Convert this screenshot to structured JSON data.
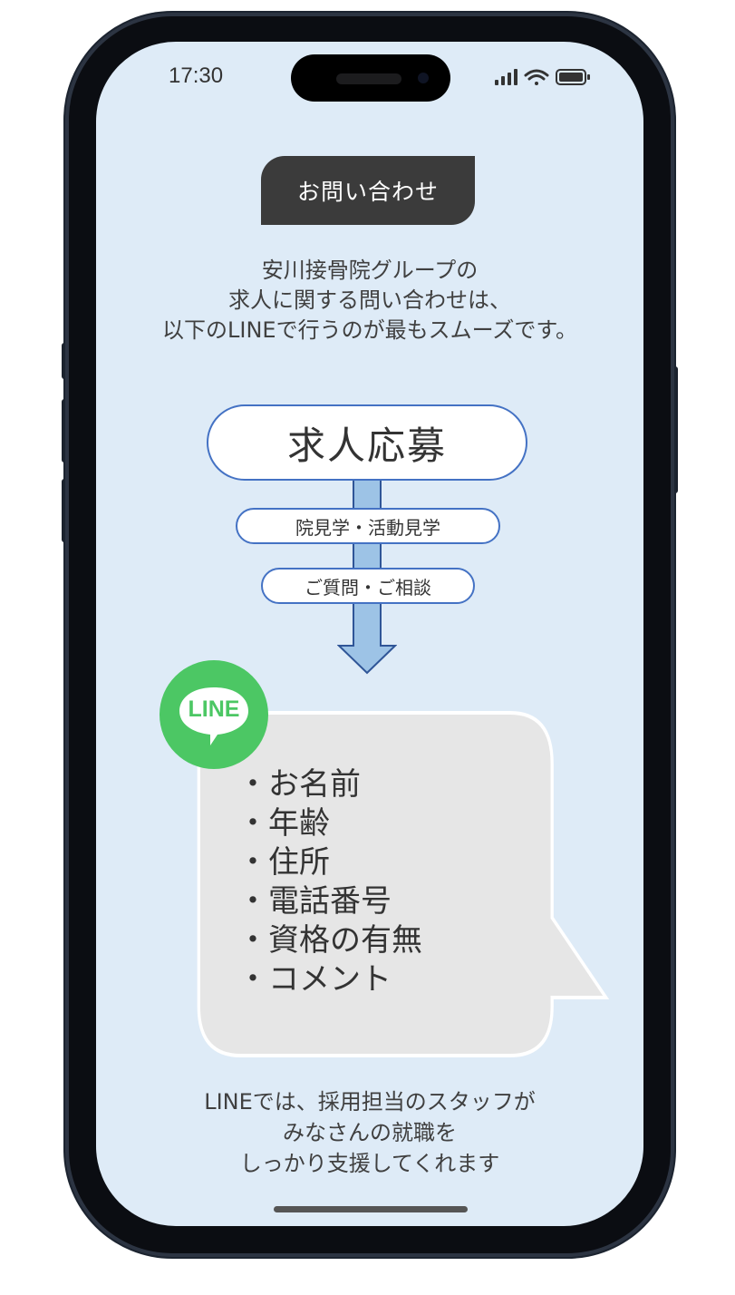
{
  "status_bar": {
    "time": "17:30",
    "icons": [
      "signal-icon",
      "wifi-icon",
      "battery-icon"
    ]
  },
  "page": {
    "title": "お問い合わせ",
    "intro_lines": [
      "安川接骨院グループの",
      "求人に関する問い合わせは、",
      "以下のLINEで行うのが最もスムーズです。"
    ]
  },
  "flow": {
    "main": "求人応募",
    "items": [
      "院見学・活動見学",
      "ご質問・ご相談"
    ]
  },
  "line": {
    "logo_text": "LINE",
    "brand_color": "#4cc764",
    "fields": [
      "・お名前",
      "・年齢",
      "・住所",
      "・電話番号",
      "・資格の有無",
      "・コメント"
    ]
  },
  "outro_lines": [
    "LINEでは、採用担当のスタッフが",
    "みなさんの就職を",
    "しっかり支援してくれます"
  ],
  "colors": {
    "screen_bg": "#deebf7",
    "accent_blue": "#4472c4",
    "arrow_fill": "#9dc3e6",
    "title_bg": "#3b3b3b",
    "bubble_bg": "#e6e6e6"
  }
}
